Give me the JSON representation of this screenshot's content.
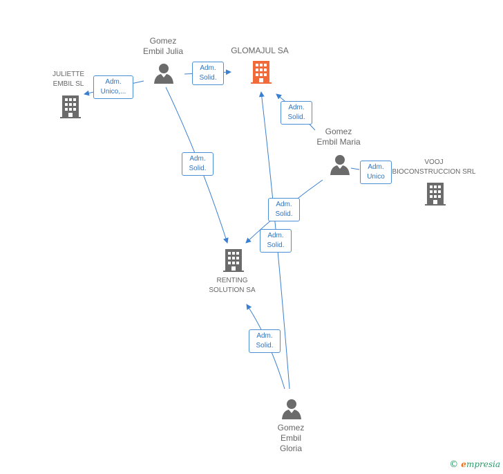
{
  "nodes": {
    "glomajul": {
      "lines": [
        "GLOMAJUL SA"
      ],
      "type": "company",
      "color": "#f06a3a"
    },
    "juliette": {
      "lines": [
        "JULIETTE",
        "EMBIL SL"
      ],
      "type": "company",
      "color": "#6b6b6b"
    },
    "vooj": {
      "lines": [
        "VOOJ",
        "BIOCONSTRUCCION SRL"
      ],
      "type": "company",
      "color": "#6b6b6b"
    },
    "renting": {
      "lines": [
        "RENTING",
        "SOLUTION SA"
      ],
      "type": "company",
      "color": "#6b6b6b"
    },
    "julia": {
      "lines": [
        "Gomez",
        "Embil Julia"
      ],
      "type": "person",
      "color": "#6b6b6b"
    },
    "maria": {
      "lines": [
        "Gomez",
        "Embil Maria"
      ],
      "type": "person",
      "color": "#6b6b6b"
    },
    "gloria": {
      "lines": [
        "Gomez",
        "Embil",
        "Gloria"
      ],
      "type": "person",
      "color": "#6b6b6b"
    }
  },
  "edges": [
    {
      "id": "julia-juliette",
      "lines": [
        "Adm.",
        "Unico,..."
      ]
    },
    {
      "id": "julia-glomajul",
      "lines": [
        "Adm.",
        "Solid."
      ]
    },
    {
      "id": "maria-glomajul",
      "lines": [
        "Adm.",
        "Solid."
      ]
    },
    {
      "id": "julia-renting",
      "lines": [
        "Adm.",
        "Solid."
      ]
    },
    {
      "id": "maria-vooj",
      "lines": [
        "Adm.",
        "Unico"
      ]
    },
    {
      "id": "maria-renting",
      "lines": [
        "Adm.",
        "Solid."
      ]
    },
    {
      "id": "gloria-glomajul",
      "lines": [
        "Adm.",
        "Solid."
      ]
    },
    {
      "id": "gloria-renting",
      "lines": [
        "Adm.",
        "Solid."
      ]
    }
  ],
  "colors": {
    "edge": "#3a7fd0",
    "person_icon": "#6b6b6b",
    "company_icon": "#6b6b6b",
    "company_highlight": "#f06a3a"
  },
  "brand": {
    "copyright": "©",
    "e_letter": "e",
    "rest": "mpresia"
  }
}
